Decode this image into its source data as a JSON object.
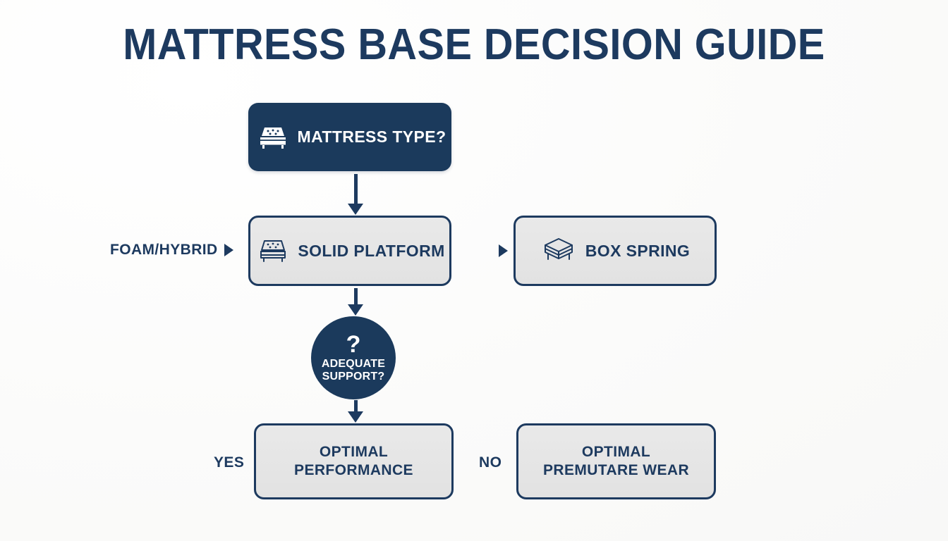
{
  "page": {
    "title": "MATTRESS BASE DECISION GUIDE",
    "background_color": "#fcfcfc",
    "accent_color": "#1d3a5f",
    "dark_node_color": "#1b3a5c",
    "light_node_color": "#e6e6e6"
  },
  "nodes": {
    "mattress_type": {
      "label": "MATTRESS TYPE?",
      "icon": "bed-mattress-icon",
      "style": "dark"
    },
    "solid_platform": {
      "label": "SOLID PLATFORM",
      "icon": "bed-mattress-icon",
      "style": "light"
    },
    "box_spring": {
      "label": "BOX SPRING",
      "icon": "box-spring-icon",
      "style": "light"
    },
    "adequate_support": {
      "question_mark": "?",
      "label": "ADEQUATE\nSUPPORT?",
      "style": "dark-circle"
    },
    "optimal_performance": {
      "label": "OPTIMAL\nPERFORMANCE",
      "style": "light"
    },
    "premature_wear": {
      "label": "OPTIMAL\nPREMUTARE WEAR",
      "style": "light"
    }
  },
  "edges": {
    "foam_hybrid_label": "FOAM/HYBRID",
    "yes_label": "YES",
    "no_label": "NO"
  }
}
